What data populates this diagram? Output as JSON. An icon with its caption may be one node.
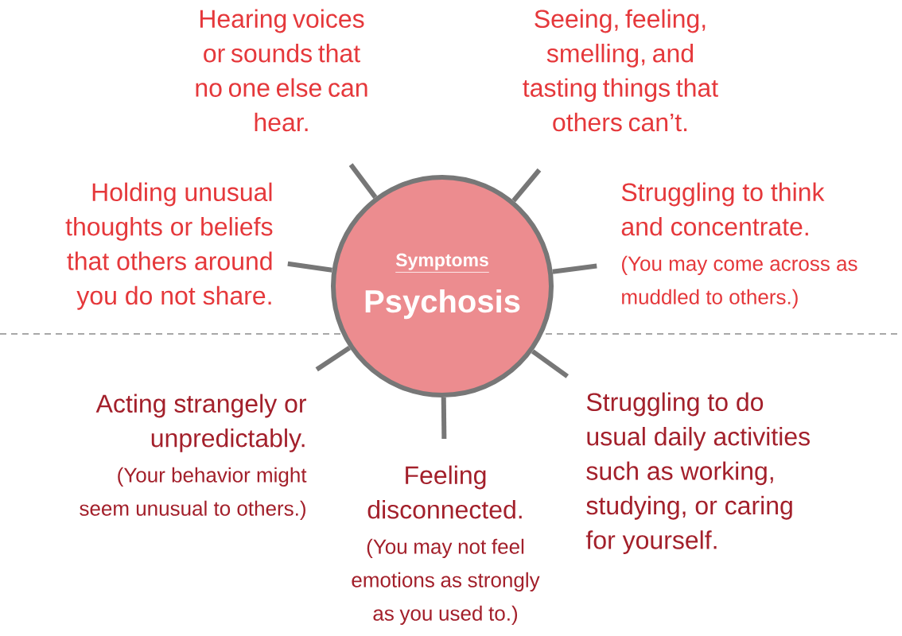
{
  "diagram": {
    "nodes": [
      {
        "text": [
          "Symptoms",
          "Psychosis"
        ]
      },
      {
        "text": [
          "Hearing voices or sounds that no one else can hear."
        ]
      },
      {
        "text": [
          "Seeing, feeling, smelling, and tasting things that others can’t."
        ]
      },
      {
        "text": [
          "Holding unusual thoughts or beliefs that others around you do not share."
        ]
      },
      {
        "text": [
          "Struggling to think and concentrate.",
          "(You may come across as muddled to others.)"
        ]
      },
      {
        "text": [
          "Acting strangely or unpredictably.",
          "(Your behavior might seem unusual to others.)"
        ]
      },
      {
        "text": [
          "Feeling disconnected.",
          "(You may not feel emotions as strongly as you used to.)"
        ]
      },
      {
        "text": [
          "Struggling to do usual daily activities such as working, studying, or caring for yourself."
        ]
      }
    ],
    "edges": [
      {
        "from": 0,
        "to": 1,
        "arrow": "none"
      },
      {
        "from": 0,
        "to": 2,
        "arrow": "none"
      },
      {
        "from": 0,
        "to": 3,
        "arrow": "none"
      },
      {
        "from": 0,
        "to": 4,
        "arrow": "none"
      },
      {
        "from": 0,
        "to": 5,
        "arrow": "none"
      },
      {
        "from": 0,
        "to": 6,
        "arrow": "none"
      },
      {
        "from": 0,
        "to": 7,
        "arrow": "none"
      }
    ]
  }
}
